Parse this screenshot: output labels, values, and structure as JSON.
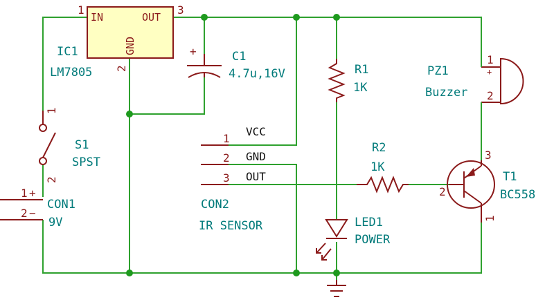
{
  "regulator": {
    "ref": "IC1",
    "value": "LM7805",
    "pin_in": "IN",
    "pin_out": "OUT",
    "pin_gnd": "GND",
    "pin_in_num": "1",
    "pin_out_num": "3",
    "pin_gnd_num": "2"
  },
  "capacitor": {
    "ref": "C1",
    "value": "4.7u,16V",
    "plus": "+"
  },
  "resistor1": {
    "ref": "R1",
    "value": "1K"
  },
  "resistor2": {
    "ref": "R2",
    "value": "1K"
  },
  "switch": {
    "ref": "S1",
    "value": "SPST",
    "pin1": "1",
    "pin2": "2"
  },
  "power_connector": {
    "ref": "CON1",
    "value": "9V",
    "pin1": "1",
    "pin2": "2",
    "plus": "+",
    "minus": "−"
  },
  "sensor_connector": {
    "ref": "CON2",
    "value": "IR SENSOR",
    "pins": [
      {
        "num": "1",
        "signal": "VCC"
      },
      {
        "num": "2",
        "signal": "GND"
      },
      {
        "num": "3",
        "signal": "OUT"
      }
    ]
  },
  "buzzer": {
    "ref": "PZ1",
    "value": "Buzzer",
    "pin1": "1",
    "pin2": "2",
    "plus": "+"
  },
  "transistor": {
    "ref": "T1",
    "value": "BC558",
    "pin1": "1",
    "pin2": "2",
    "pin3": "3"
  },
  "led": {
    "ref": "LED1",
    "value": "POWER"
  },
  "colors": {
    "wire": "#2ea12e",
    "component": "#8b1a1a",
    "reference": "#007a7a",
    "regulator_fill": "#ffffc2",
    "junction": "#1e9a1e"
  }
}
